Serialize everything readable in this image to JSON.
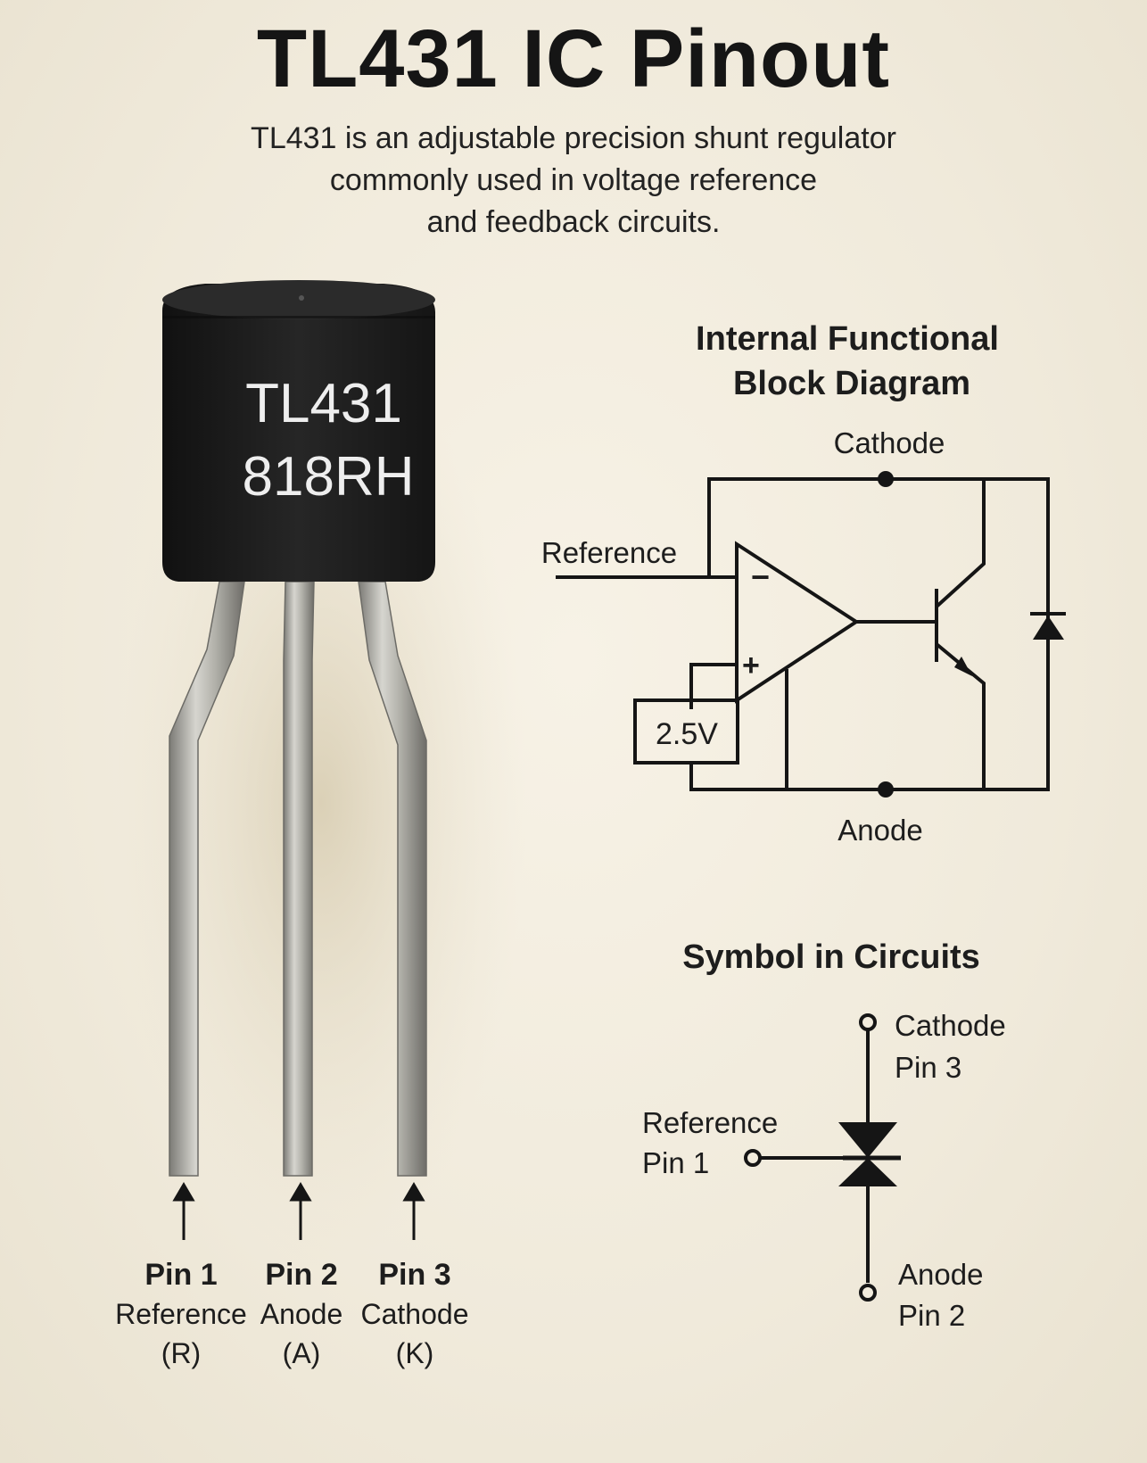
{
  "title": "TL431 IC Pinout",
  "description_lines": [
    "TL431 is an adjustable precision shunt regulator",
    "commonly used in voltage reference",
    "and feedback circuits."
  ],
  "package_marking": [
    "TL431",
    "818RH"
  ],
  "pins": [
    {
      "number": "Pin 1",
      "name": "Reference",
      "code": "(R)"
    },
    {
      "number": "Pin 2",
      "name": "Anode",
      "code": "(A)"
    },
    {
      "number": "Pin 3",
      "name": "Cathode",
      "code": "(K)"
    }
  ],
  "block_diagram": {
    "heading_lines": [
      "Internal Functional",
      "Block Diagram"
    ],
    "cathode_label": "Cathode",
    "reference_label": "Reference",
    "anode_label": "Anode",
    "reference_voltage": "2.5V",
    "opamp_minus": "−",
    "opamp_plus": "+"
  },
  "symbol": {
    "heading": "Symbol in Circuits",
    "cathode_lines": [
      "Cathode",
      "Pin 3"
    ],
    "reference_lines": [
      "Reference",
      "Pin 1"
    ],
    "anode_lines": [
      "Anode",
      "Pin 2"
    ]
  },
  "colors": {
    "background": "#f2ecdd",
    "ink": "#151515",
    "package_body": "#1e1e1e",
    "lead_metal": "#a9a9a3"
  }
}
